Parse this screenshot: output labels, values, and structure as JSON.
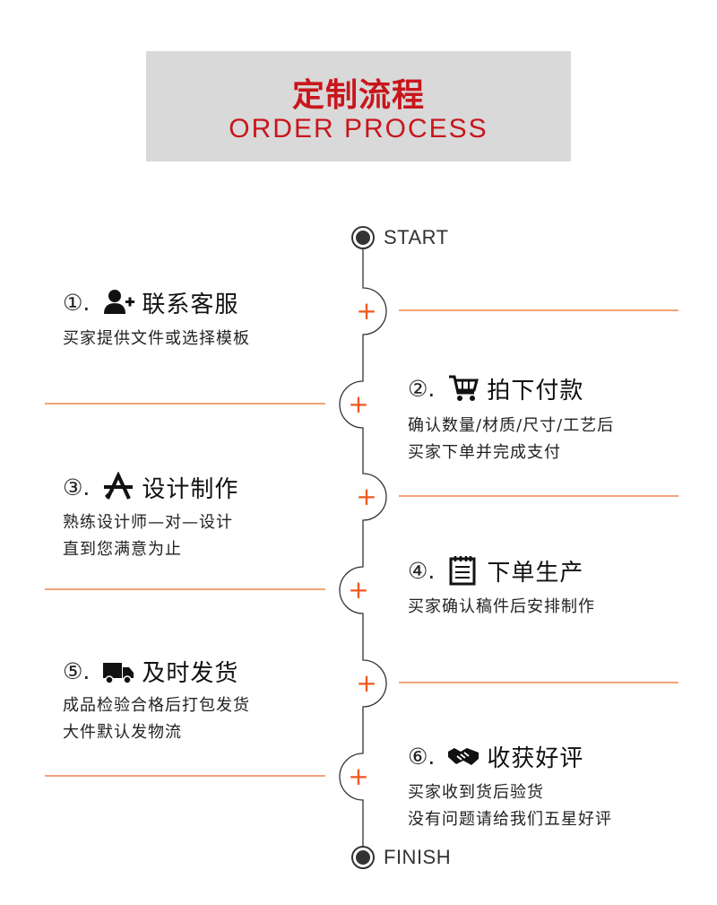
{
  "header": {
    "title_cn": "定制流程",
    "title_en": "ORDER PROCESS"
  },
  "timeline": {
    "start_label": "START",
    "finish_label": "FINISH",
    "plus_symbol": "+",
    "accent_color": "#f0571f",
    "line_color": "#f6a27a"
  },
  "steps": [
    {
      "num": "①.",
      "icon": "add-user-icon",
      "title": "联系客服",
      "desc": [
        "买家提供文件或选择模板"
      ]
    },
    {
      "num": "②.",
      "icon": "shopping-cart-icon",
      "title": "拍下付款",
      "desc": [
        "确认数量/材质/尺寸/工艺后",
        "买家下单并完成支付"
      ]
    },
    {
      "num": "③.",
      "icon": "design-tool-icon",
      "title": "设计制作",
      "desc": [
        "熟练设计师—对—设计",
        "直到您满意为止"
      ]
    },
    {
      "num": "④.",
      "icon": "notepad-icon",
      "title": "下单生产",
      "desc": [
        "买家确认稿件后安排制作"
      ]
    },
    {
      "num": "⑤.",
      "icon": "delivery-truck-icon",
      "title": "及时发货",
      "desc": [
        "成品检验合格后打包发货",
        "大件默认发物流"
      ]
    },
    {
      "num": "⑥.",
      "icon": "handshake-icon",
      "title": "收获好评",
      "desc": [
        "买家收到货后验货",
        "没有问题请给我们五星好评"
      ]
    }
  ]
}
